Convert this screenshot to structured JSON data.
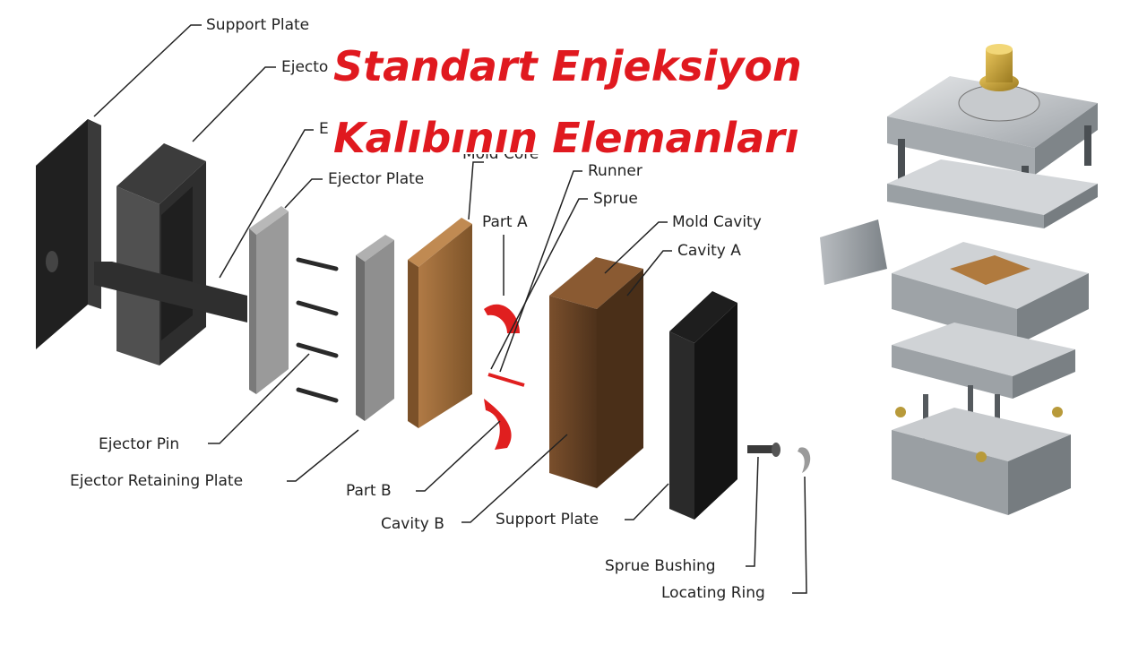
{
  "title": {
    "line1": "Standart Enjeksiyon",
    "line2": "Kalıbının Elemanları"
  },
  "labels": {
    "support_plate_top": "Support Plate",
    "ejector_housing": "Ejecto",
    "ejector_bar": "E",
    "ejector_plate": "Ejector Plate",
    "mold_core": "Mold Core",
    "runner": "Runner",
    "sprue": "Sprue",
    "part_a": "Part A",
    "mold_cavity": "Mold Cavity",
    "cavity_a": "Cavity A",
    "ejector_pin": "Ejector Pin",
    "ejector_retaining_plate": "Ejector Retaining Plate",
    "part_b": "Part B",
    "cavity_b": "Cavity B",
    "support_plate_bottom": "Support Plate",
    "sprue_bushing": "Sprue Bushing",
    "locating_ring": "Locating Ring"
  },
  "colors": {
    "title": "#e0191f",
    "part": "#e01f1f",
    "core": "#9a6a3c",
    "cavity": "#6b4426",
    "plate_dark": "#2a2a2a",
    "plate_grey": "#8e8e8e"
  }
}
